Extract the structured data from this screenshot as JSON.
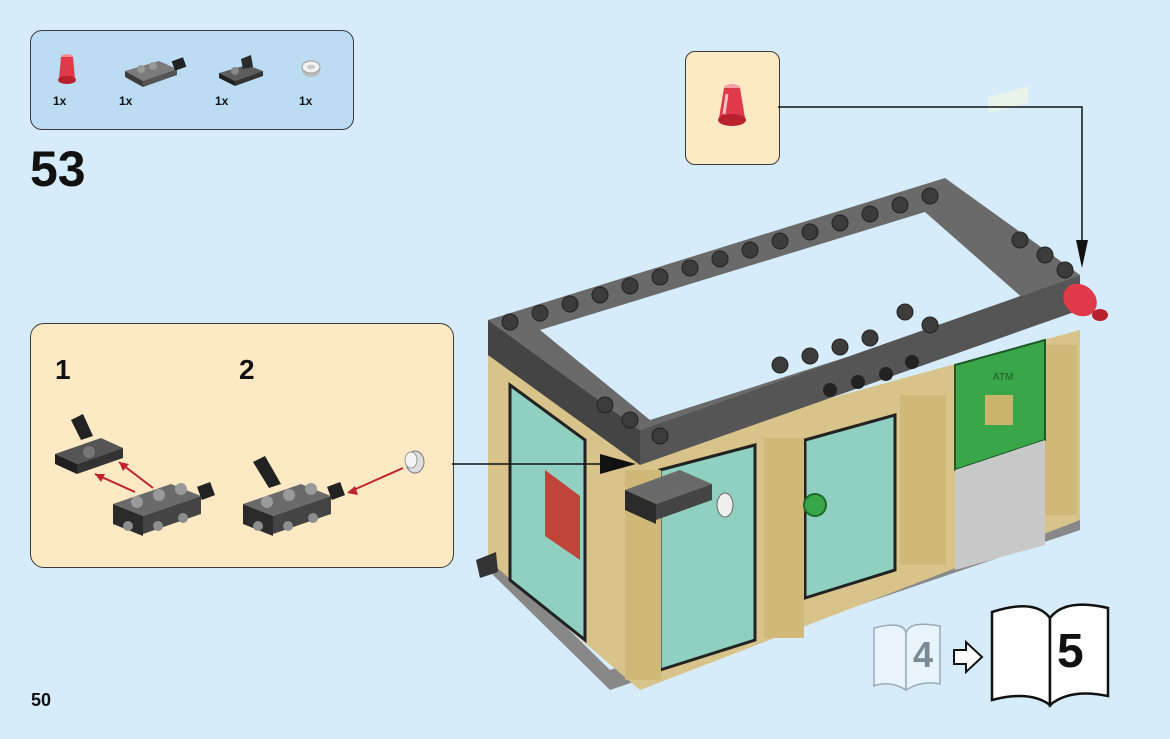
{
  "parts_list": [
    {
      "icon": "red-transparent-cone-icon",
      "qty": "1x"
    },
    {
      "icon": "dark-gray-bracket-plate-icon",
      "qty": "1x"
    },
    {
      "icon": "black-clip-plate-icon",
      "qty": "1x"
    },
    {
      "icon": "white-round-tile-icon",
      "qty": "1x"
    }
  ],
  "step_number": "53",
  "sub_steps": [
    "1",
    "2"
  ],
  "page_number": "50",
  "book_nav": {
    "current": "4",
    "next": "5"
  },
  "atm_screen_text": "ATM",
  "colors": {
    "background": "#d6ecfa",
    "parts_box": "#bcdcf4",
    "callout": "#fde9c4",
    "dark_gray": "#5a5a5a",
    "tan": "#d8c48a",
    "red_trans": "#e0394a",
    "green": "#3aa64a"
  }
}
